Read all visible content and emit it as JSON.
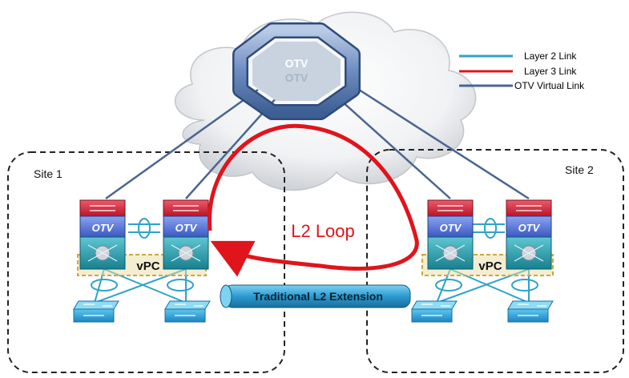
{
  "legend": {
    "layer2": "Layer 2 Link",
    "layer3": "Layer 3 Link",
    "otv_virtual": "OTV Virtual Link"
  },
  "core": {
    "label_top": "OTV",
    "label_bottom": "OTV"
  },
  "sites": [
    {
      "label": "Site 1",
      "vpc_label": "vPC",
      "otv_label": "OTV"
    },
    {
      "label": "Site 2",
      "vpc_label": "vPC",
      "otv_label": "OTV"
    }
  ],
  "loop_label": "L2 Loop",
  "extension_label": "Traditional L2 Extension",
  "colors": {
    "layer2": "#2ea3c9",
    "layer3": "#e0141c",
    "otv_virtual": "#4a6690",
    "loop": "#e0141c",
    "extension_bar": "#2b9bd0",
    "vpc_box": "#c7a93e"
  }
}
